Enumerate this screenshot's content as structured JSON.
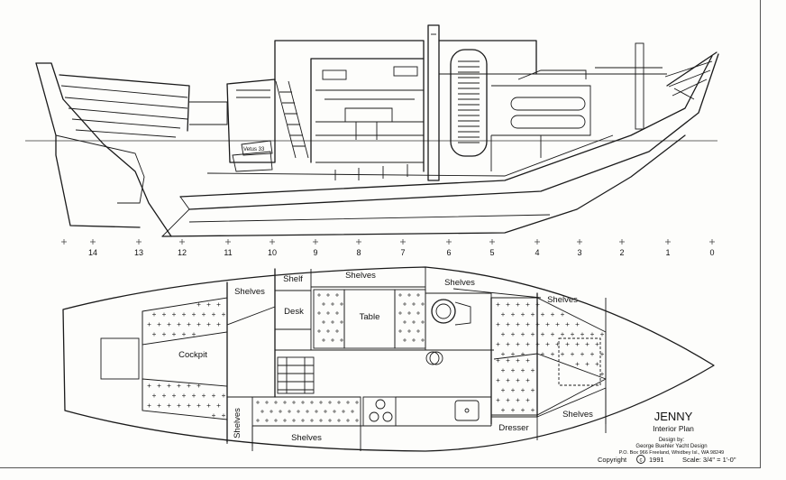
{
  "title_block": {
    "boat_name": "JENNY",
    "plan_name": "Interior Plan",
    "design_by": "Design by:",
    "designer": "George Buehler Yacht Design",
    "address": "P.O. Box 966 Freeland, Whidbey Isl., WA 98249",
    "copyright_label": "Copyright",
    "copyright_symbol": "c",
    "year": "1991",
    "scale": "Scale: 3/4\" = 1'-0\""
  },
  "profile": {
    "engine_label": "Vetus 33"
  },
  "stations": [
    "14",
    "13",
    "12",
    "11",
    "10",
    "9",
    "8",
    "7",
    "6",
    "5",
    "4",
    "3",
    "2",
    "1",
    "0"
  ],
  "plan_labels": {
    "cockpit": "Cockpit",
    "shelves_aft": "Shelves",
    "shelf": "Shelf",
    "shelves_top": "Shelves",
    "shelves_upper": "Shelves",
    "shelves_fwd": "Shelves",
    "desk": "Desk",
    "table": "Table",
    "shelves_side": "Shelves",
    "shelves_bottom": "Shelves",
    "dresser": "Dresser",
    "shelves_bow": "Shelves"
  }
}
